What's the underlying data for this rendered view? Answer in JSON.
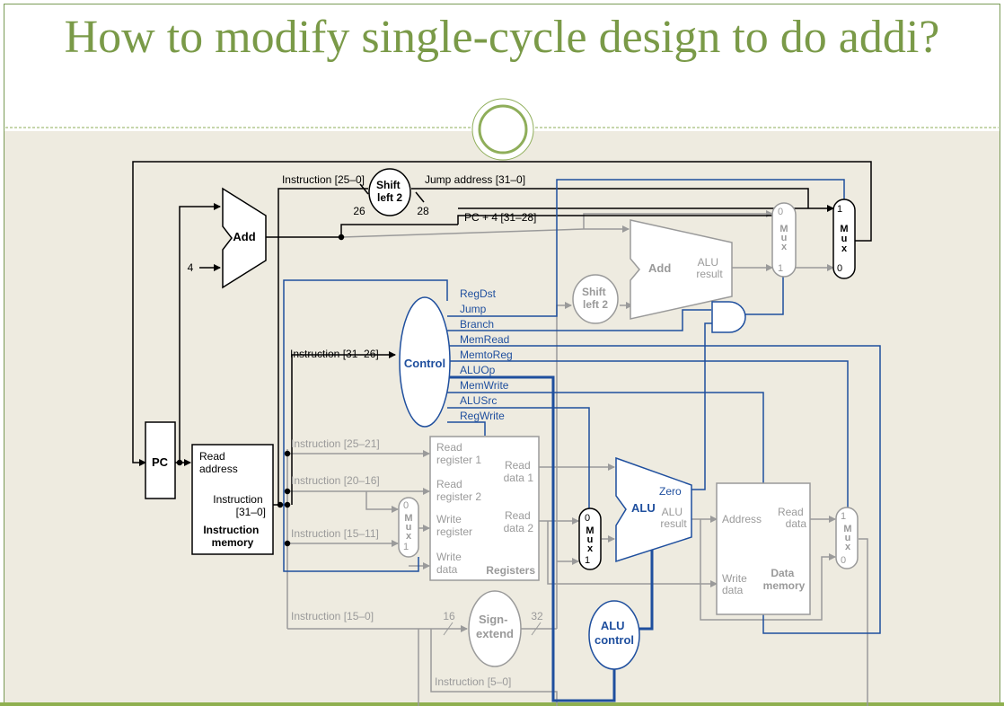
{
  "slide": {
    "title": "How to modify single-cycle design to do addi?"
  },
  "colors": {
    "title": "#7a9a48",
    "black_path": "#000000",
    "control_path": "#1f4f9e",
    "inactive_path": "#9a9a9a",
    "canvas_bg": "#eeebe0"
  },
  "diagram": {
    "pc": "PC",
    "add_left": "Add",
    "const_four": "4",
    "instr_25_0": "Instruction [25–0]",
    "shift_top": [
      "Shift",
      "left 2"
    ],
    "num_26": "26",
    "num_28": "28",
    "jump_address": "Jump address [31–0]",
    "pc4": "PC + 4 [31–28]",
    "control": "Control",
    "signals": [
      "RegDst",
      "Jump",
      "Branch",
      "MemRead",
      "MemtoReg",
      "ALUOp",
      "MemWrite",
      "ALUSrc",
      "RegWrite"
    ],
    "instr_31_26": "Instruction [31–26]",
    "instr_25_21": "Instruction [25–21]",
    "instr_20_16": "Instruction [20–16]",
    "instr_15_11": "Instruction [15–11]",
    "instr_15_0": "Instruction [15–0]",
    "instr_5_0": "Instruction [5–0]",
    "imem": {
      "read_address": [
        "Read",
        "address"
      ],
      "instruction": [
        "Instruction",
        "[31–0]"
      ],
      "name": [
        "Instruction",
        "memory"
      ]
    },
    "registers": {
      "read_reg1": [
        "Read",
        "register 1"
      ],
      "read_reg2": [
        "Read",
        "register 2"
      ],
      "write_reg": [
        "Write",
        "register"
      ],
      "write_data": [
        "Write",
        "data"
      ],
      "read_data1": [
        "Read",
        "data 1"
      ],
      "read_data2": [
        "Read",
        "data 2"
      ],
      "name": "Registers"
    },
    "shift_mid": [
      "Shift",
      "left 2"
    ],
    "add_right": "Add",
    "alu_result_add": [
      "ALU",
      "result"
    ],
    "alu": "ALU",
    "alu_result": [
      "ALU",
      "result"
    ],
    "zero": "Zero",
    "sign_extend": [
      "Sign-",
      "extend"
    ],
    "num_16": "16",
    "num_32": "32",
    "alu_control": [
      "ALU",
      "control"
    ],
    "dmem": {
      "address": "Address",
      "read_data": [
        "Read",
        "data"
      ],
      "write_data": [
        "Write",
        "data"
      ],
      "name": [
        "Data",
        "memory"
      ]
    },
    "mux_letters": [
      "M",
      "u",
      "x"
    ],
    "mux_zero": "0",
    "mux_one": "1"
  }
}
